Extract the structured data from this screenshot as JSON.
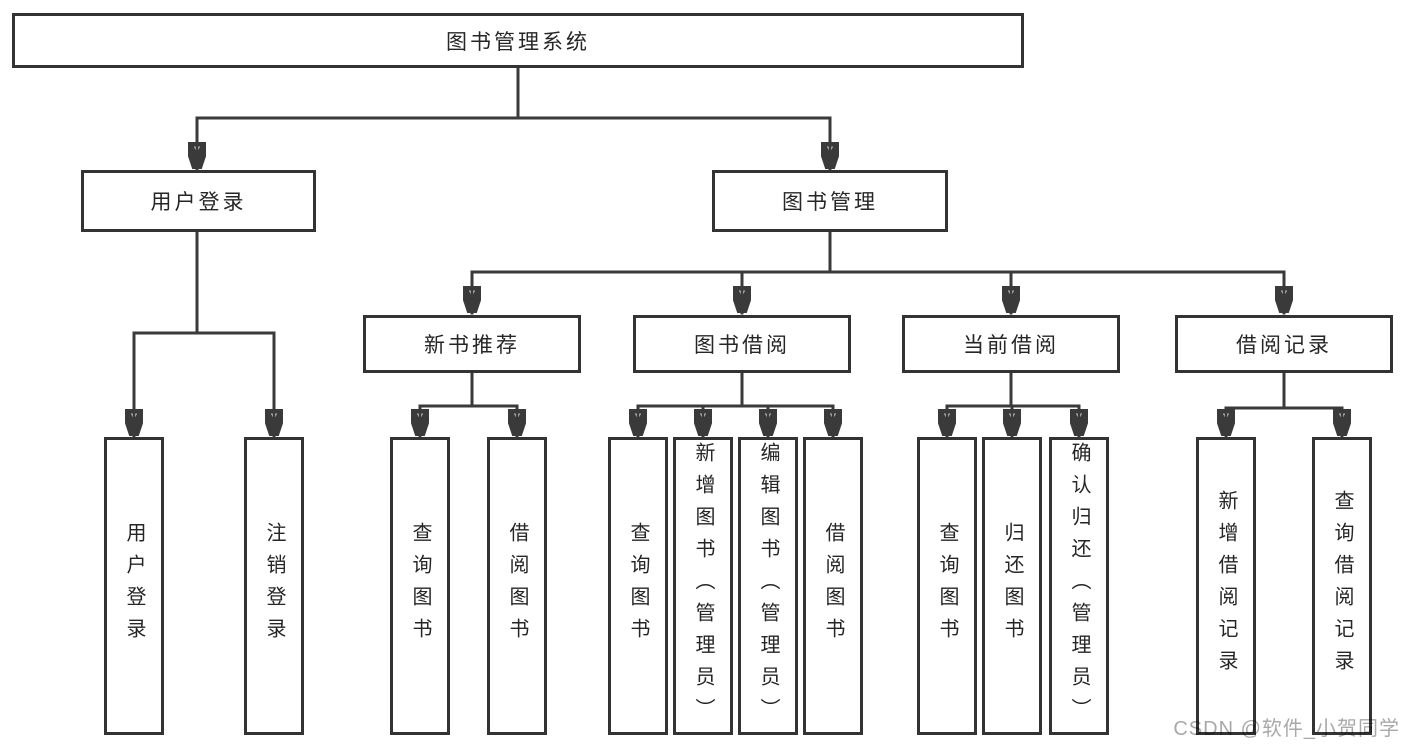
{
  "diagram": {
    "type": "tree",
    "title": "图书管理系统",
    "tree": {
      "label": "图书管理系统",
      "children": [
        {
          "label": "用户登录",
          "children": [
            {
              "label": "用户登录"
            },
            {
              "label": "注销登录"
            }
          ]
        },
        {
          "label": "图书管理",
          "children": [
            {
              "label": "新书推荐",
              "children": [
                {
                  "label": "查询图书"
                },
                {
                  "label": "借阅图书"
                }
              ]
            },
            {
              "label": "图书借阅",
              "children": [
                {
                  "label": "查询图书"
                },
                {
                  "label": "新增图书（管理员）"
                },
                {
                  "label": "编辑图书（管理员）"
                },
                {
                  "label": "借阅图书"
                }
              ]
            },
            {
              "label": "当前借阅",
              "children": [
                {
                  "label": "查询图书"
                },
                {
                  "label": "归还图书"
                },
                {
                  "label": "确认归还（管理员）"
                }
              ]
            },
            {
              "label": "借阅记录",
              "children": [
                {
                  "label": "新增借阅记录"
                },
                {
                  "label": "查询借阅记录"
                }
              ]
            }
          ]
        }
      ]
    },
    "colors": {
      "line": "#3a3a3a",
      "box_border": "#333333",
      "text": "#262626",
      "background": "#ffffff",
      "watermark": "#a9a9a9"
    },
    "watermark": "CSDN @软件_小贺同学"
  }
}
